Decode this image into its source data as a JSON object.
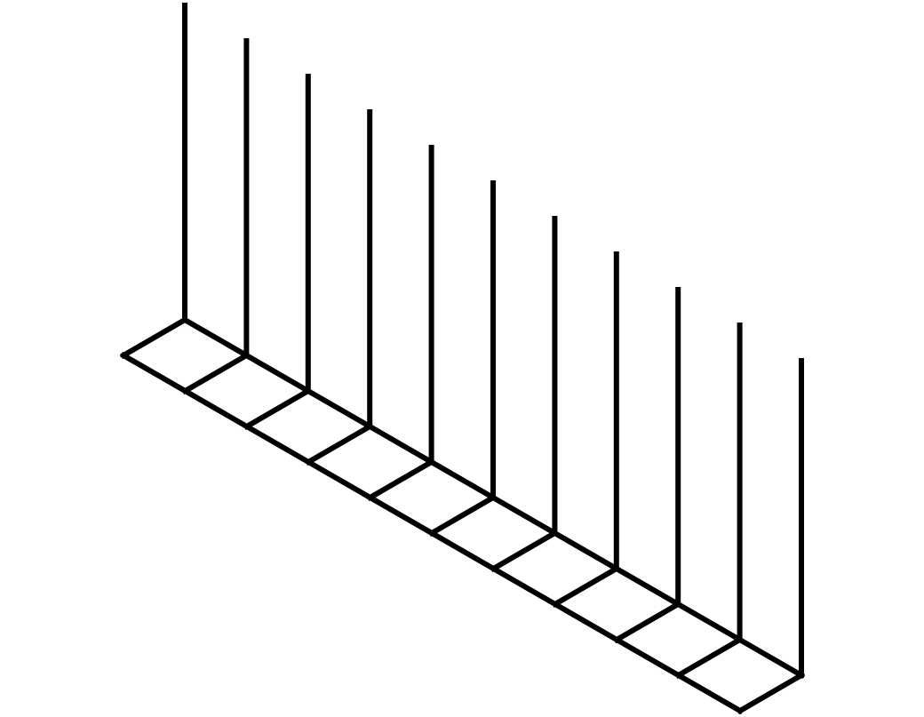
{
  "figure": {
    "kind": "isometric-line-drawing",
    "stroke_color": "#000000",
    "background_color": "#ffffff",
    "ladder_cells": 10,
    "vertical_posts": 11,
    "post_height_decrease_per_step": 0
  }
}
